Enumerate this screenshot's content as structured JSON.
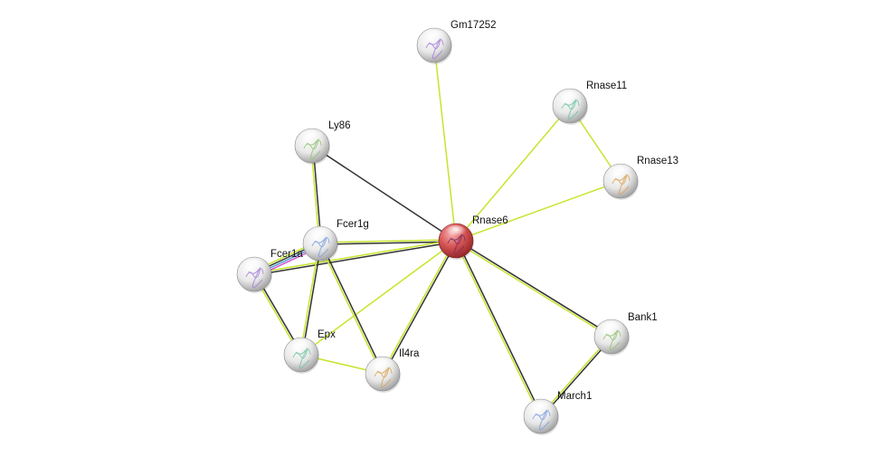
{
  "network": {
    "nodes": [
      {
        "id": "Rnase6",
        "label": "Rnase6",
        "query": true
      },
      {
        "id": "Gm17252",
        "label": "Gm17252",
        "query": false
      },
      {
        "id": "Rnase11",
        "label": "Rnase11",
        "query": false
      },
      {
        "id": "Rnase13",
        "label": "Rnase13",
        "query": false
      },
      {
        "id": "Ly86",
        "label": "Ly86",
        "query": false
      },
      {
        "id": "Fcer1g",
        "label": "Fcer1g",
        "query": false
      },
      {
        "id": "Fcer1a",
        "label": "Fcer1a",
        "query": false
      },
      {
        "id": "Epx",
        "label": "Epx",
        "query": false
      },
      {
        "id": "Il4ra",
        "label": "Il4ra",
        "query": false
      },
      {
        "id": "Bank1",
        "label": "Bank1",
        "query": false
      },
      {
        "id": "March1",
        "label": "March1",
        "query": false
      }
    ],
    "edges": [
      {
        "source": "Rnase6",
        "target": "Gm17252",
        "types": [
          "textmining"
        ]
      },
      {
        "source": "Rnase6",
        "target": "Rnase11",
        "types": [
          "textmining"
        ]
      },
      {
        "source": "Rnase6",
        "target": "Rnase13",
        "types": [
          "textmining"
        ]
      },
      {
        "source": "Rnase11",
        "target": "Rnase13",
        "types": [
          "textmining"
        ]
      },
      {
        "source": "Rnase6",
        "target": "Ly86",
        "types": [
          "coexpression"
        ]
      },
      {
        "source": "Rnase6",
        "target": "Fcer1g",
        "types": [
          "coexpression",
          "textmining"
        ]
      },
      {
        "source": "Rnase6",
        "target": "Fcer1a",
        "types": [
          "coexpression",
          "textmining"
        ]
      },
      {
        "source": "Rnase6",
        "target": "Epx",
        "types": [
          "textmining"
        ]
      },
      {
        "source": "Rnase6",
        "target": "Il4ra",
        "types": [
          "coexpression",
          "textmining"
        ]
      },
      {
        "source": "Rnase6",
        "target": "Bank1",
        "types": [
          "coexpression",
          "textmining"
        ]
      },
      {
        "source": "Rnase6",
        "target": "March1",
        "types": [
          "coexpression",
          "textmining"
        ]
      },
      {
        "source": "Bank1",
        "target": "March1",
        "types": [
          "coexpression",
          "textmining"
        ]
      },
      {
        "source": "Ly86",
        "target": "Fcer1g",
        "types": [
          "coexpression",
          "textmining"
        ]
      },
      {
        "source": "Fcer1g",
        "target": "Fcer1a",
        "types": [
          "experiments",
          "database",
          "coexpression",
          "textmining"
        ]
      },
      {
        "source": "Fcer1g",
        "target": "Epx",
        "types": [
          "coexpression",
          "textmining"
        ]
      },
      {
        "source": "Fcer1g",
        "target": "Il4ra",
        "types": [
          "coexpression",
          "textmining"
        ]
      },
      {
        "source": "Fcer1a",
        "target": "Epx",
        "types": [
          "coexpression",
          "textmining"
        ]
      },
      {
        "source": "Epx",
        "target": "Il4ra",
        "types": [
          "textmining"
        ]
      }
    ],
    "edge_colors": {
      "textmining": "#c4e62c",
      "coexpression": "#333333",
      "experiments": "#d454d4",
      "database": "#4a9ad8"
    },
    "node_colors": {
      "query": "#d84a4a",
      "default": "#f2f2f2"
    }
  }
}
